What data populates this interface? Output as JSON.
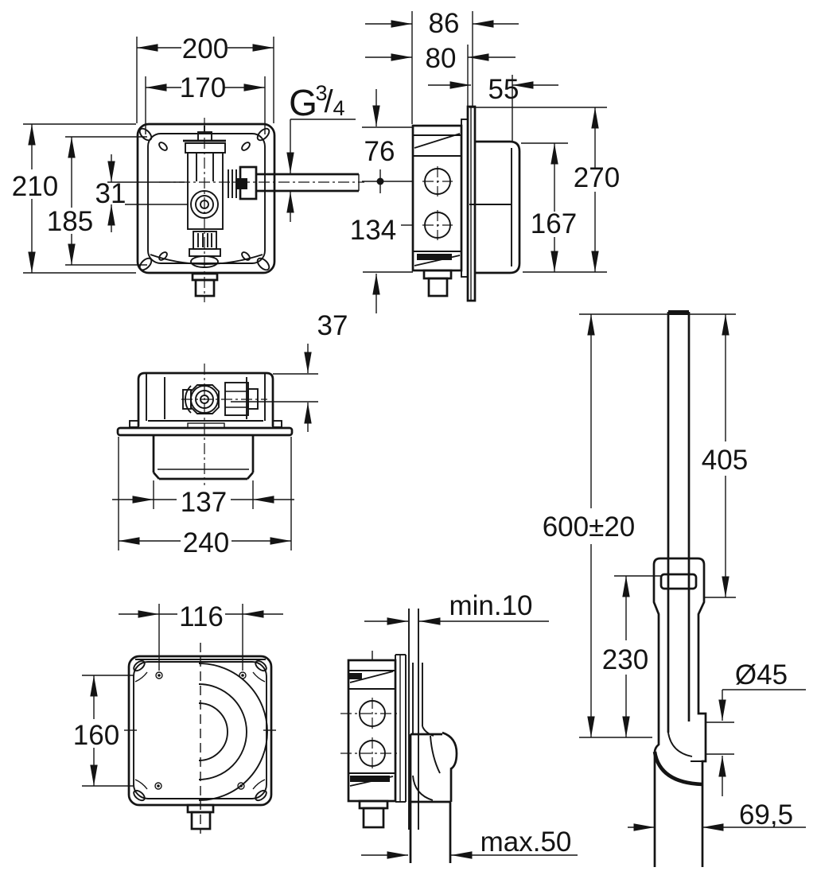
{
  "colors": {
    "line": "#141414",
    "background": "#ffffff"
  },
  "views": {
    "box_front": {
      "dims": {
        "outer_width": "200",
        "hole_spacing_width": "170",
        "outer_height": "210",
        "hole_spacing_height": "185",
        "outlet_offset": "31"
      },
      "thread": {
        "letter": "G",
        "numerator": "3",
        "slash": "/",
        "denominator": "4"
      }
    },
    "box_side": {
      "dims": {
        "total_depth": "86",
        "box_depth": "80",
        "cover_depth": "55",
        "top_to_inlet": "76",
        "inlet_to_bottom": "134",
        "cover_height": "167",
        "total_height": "270"
      }
    },
    "box_top": {
      "dims": {
        "valve_protrusion": "37",
        "box_width": "137",
        "flange_width": "240"
      }
    },
    "flush_pipe": {
      "dims": {
        "pipe_length": "405",
        "install_height": "600±20",
        "lower_section": "230",
        "pipe_diameter": "Ø45",
        "outlet_offset": "69,5"
      }
    },
    "finished_front": {
      "dims": {
        "screw_spacing_width": "116",
        "screw_spacing_height": "160"
      }
    },
    "finished_side": {
      "dims": {
        "plaster_min": "min.10",
        "plaster_max": "max.50"
      }
    }
  }
}
